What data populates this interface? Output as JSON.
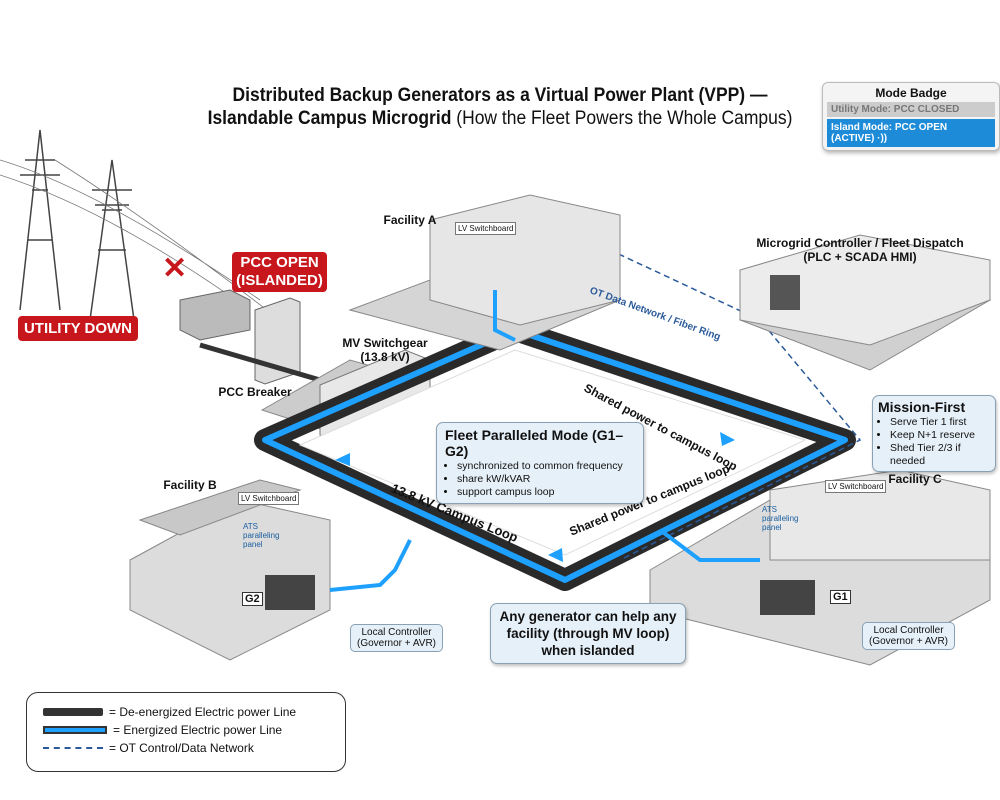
{
  "title": {
    "line1": "Distributed Backup Generators as a Virtual Power Plant (VPP) —",
    "line2a": "Islandable Campus Microgrid",
    "line2b": " (How the Fleet Powers the Whole Campus)"
  },
  "mode_badge": {
    "heading": "Mode Badge",
    "utility": "Utility Mode: PCC CLOSED",
    "island": "Island Mode: PCC OPEN (ACTIVE) ·))"
  },
  "utility": {
    "status": "UTILITY DOWN",
    "pcc_status_line1": "PCC OPEN",
    "pcc_status_line2": "(ISLANDED)",
    "pcc_breaker": "PCC Breaker"
  },
  "mv_switchgear": {
    "label_line1": "MV Switchgear",
    "label_line2": "(13.8 kV)"
  },
  "facilities": {
    "a": {
      "label": "Facility A",
      "panel": "LV Switchboard"
    },
    "b": {
      "label": "Facility B",
      "panel": "LV Switchboard",
      "ats": "ATS paralleling panel",
      "gen": "G2",
      "controller_line1": "Local Controller",
      "controller_line2": "(Governor + AVR)"
    },
    "c": {
      "label": "Facility C",
      "panel": "LV Switchboard",
      "ats": "ATS paralleling panel",
      "gen": "G1",
      "controller_line1": "Local Controller",
      "controller_line2": "(Governor + AVR)"
    }
  },
  "controller": {
    "line1": "Microgrid Controller / Fleet Dispatch",
    "line2": "(PLC + SCADA HMI)"
  },
  "network_label": "OT Data Network / Fiber Ring",
  "loop_labels": {
    "shared1": "Shared power to campus loop",
    "shared2": "Shared power to campus loop",
    "campus": "13.8 kV Campus Loop"
  },
  "fleet_callout": {
    "heading": "Fleet Paralleled Mode (G1–G2)",
    "bullets": [
      "synchronized to common frequency",
      "share kW/kVAR",
      "support campus loop"
    ]
  },
  "mission_callout": {
    "heading": "Mission-First",
    "bullets": [
      "Serve Tier 1 first",
      "Keep N+1 reserve",
      "Shed Tier 2/3 if needed"
    ]
  },
  "any_gen_callout": {
    "line1": "Any generator can help any",
    "line2": "facility (through MV loop)",
    "line3": "when islanded"
  },
  "legend": {
    "items": [
      {
        "label": "= De-energized Electric power Line",
        "color": "#333333",
        "style": "solid"
      },
      {
        "label": "= Energized Electric power Line",
        "color": "#1ea0ff",
        "style": "solid"
      },
      {
        "label": "= OT Control/Data Network",
        "color": "#2a5a9a",
        "style": "dashed"
      }
    ]
  },
  "colors": {
    "energized": "#1ea0ff",
    "deenergized": "#333333",
    "alert": "#c8161d",
    "network": "#2a5a9a",
    "callout_bg": "#e6f0f8"
  }
}
